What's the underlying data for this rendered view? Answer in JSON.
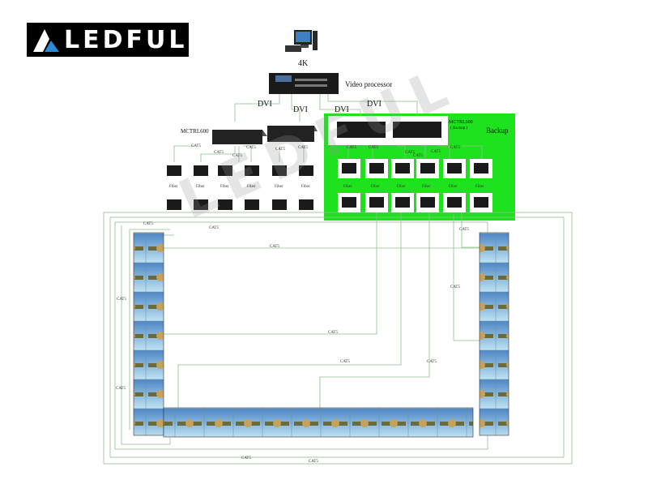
{
  "logo": {
    "text": "LEDFUL"
  },
  "source": {
    "label": "4K"
  },
  "processor": {
    "label": "Video processor"
  },
  "links": {
    "dvi": "DVI",
    "cat5": "CAT5",
    "fiber": "Fiber"
  },
  "controllers": {
    "main_label": "MCTRL600",
    "backup_model": "MCTRL600",
    "backup_note": "( Backup )"
  },
  "backup": {
    "label": "Backup",
    "color": "#1ee21e"
  },
  "watermark": {
    "text": "LEDFUL"
  },
  "colors": {
    "cable": "#8fbf8f",
    "frame": "#9fb3b8",
    "sky_top": "#4f88c6",
    "sky_bottom": "#bfe3f2",
    "device": "#1a1a1a"
  },
  "icons": [
    "computer-icon",
    "video-processor-icon",
    "controller-icon",
    "fiber-converter-icon",
    "led-cabinet-icon"
  ]
}
